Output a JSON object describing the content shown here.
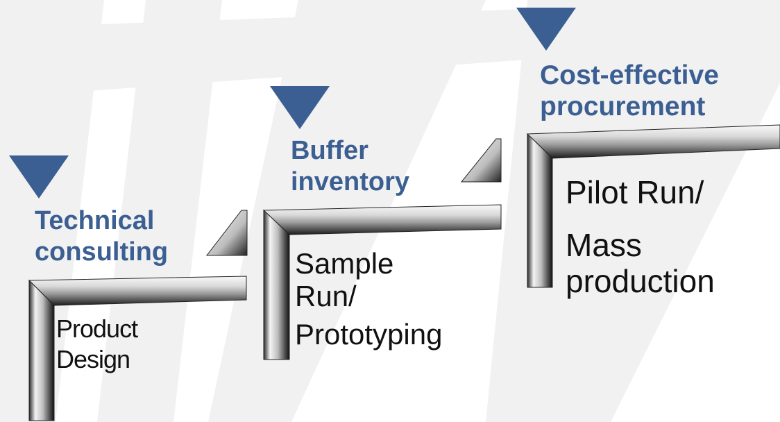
{
  "colors": {
    "accent": "#3b5f93",
    "text": "#111111",
    "background_stripes": "#f1f1f1",
    "metal_light": "#f4f4f4",
    "metal_dark": "#1c1c1c"
  },
  "marker_icon": "down-triangle",
  "stages": [
    {
      "heading_lines": [
        "Technical",
        "consulting"
      ],
      "label_lines": [
        "Product",
        "Design"
      ]
    },
    {
      "heading_lines": [
        "Buffer",
        "inventory"
      ],
      "label_lines": [
        "Sample",
        "Run/",
        "Prototyping"
      ]
    },
    {
      "heading_lines": [
        "Cost-effective",
        "procurement"
      ],
      "label_lines": [
        "Pilot Run/",
        "Mass",
        "production"
      ]
    }
  ]
}
